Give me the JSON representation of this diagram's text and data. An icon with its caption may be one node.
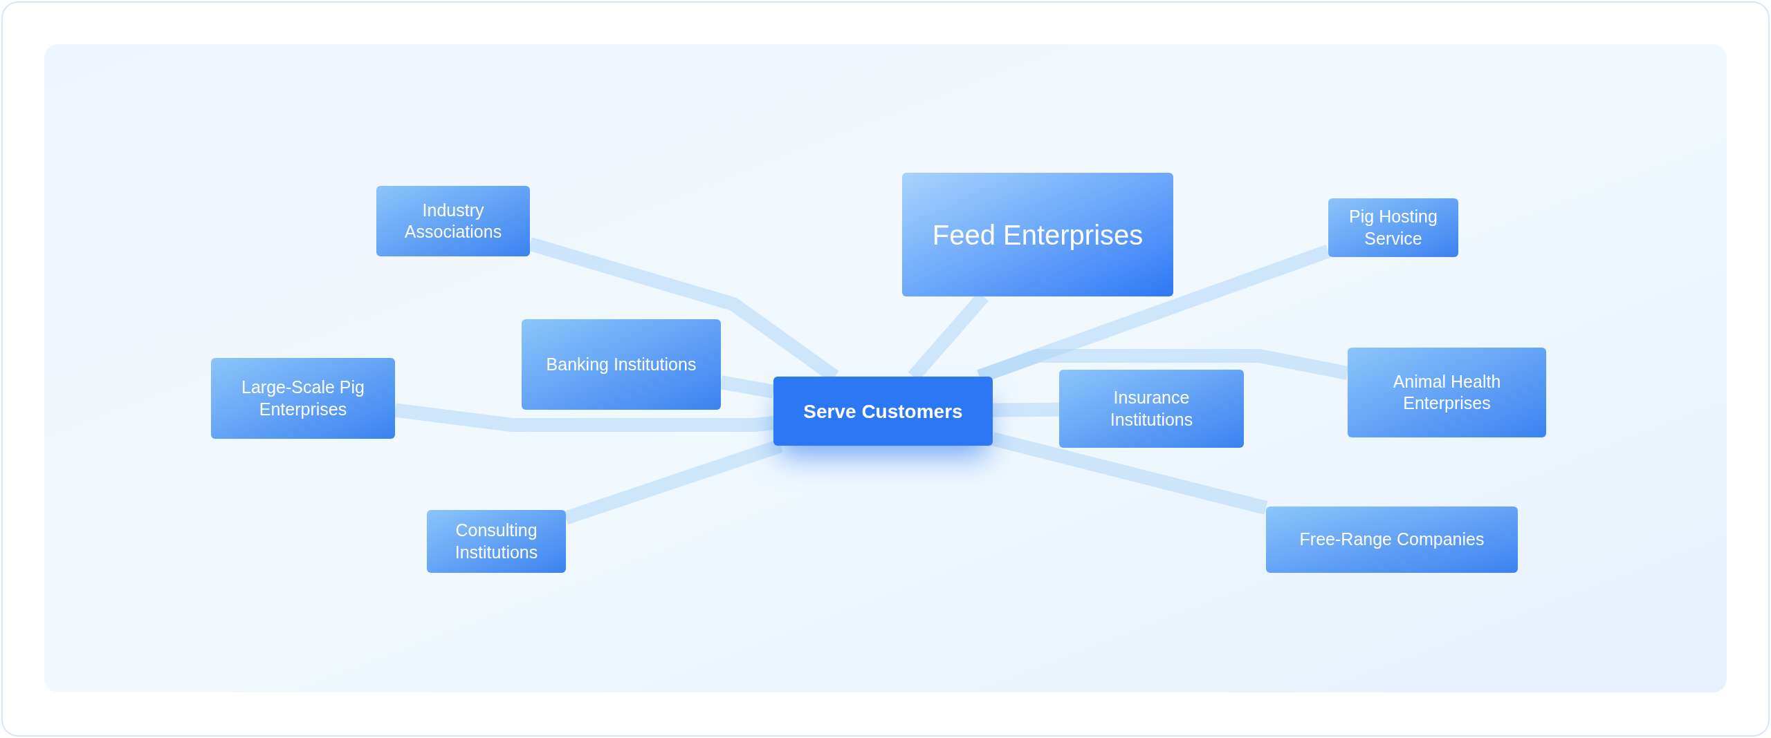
{
  "diagram": {
    "nodes": [
      {
        "text": [
          "Serve Customers"
        ]
      },
      {
        "text": [
          "Industry Associations"
        ]
      },
      {
        "text": [
          "Banking Institutions"
        ]
      },
      {
        "text": [
          "Large-Scale Pig Enterprises"
        ]
      },
      {
        "text": [
          "Consulting Institutions"
        ]
      },
      {
        "text": [
          "Feed Enterprises"
        ]
      },
      {
        "text": [
          "Pig Hosting Service"
        ]
      },
      {
        "text": [
          "Insurance Institutions"
        ]
      },
      {
        "text": [
          "Animal Health Enterprises"
        ]
      },
      {
        "text": [
          "Free-Range Companies"
        ]
      }
    ],
    "edges": [
      {
        "from": 0,
        "to": 1,
        "arrow": "none"
      },
      {
        "from": 0,
        "to": 2,
        "arrow": "none"
      },
      {
        "from": 0,
        "to": 3,
        "arrow": "none"
      },
      {
        "from": 0,
        "to": 4,
        "arrow": "none"
      },
      {
        "from": 0,
        "to": 5,
        "arrow": "none"
      },
      {
        "from": 0,
        "to": 6,
        "arrow": "none"
      },
      {
        "from": 0,
        "to": 7,
        "arrow": "none"
      },
      {
        "from": 0,
        "to": 8,
        "arrow": "none"
      },
      {
        "from": 0,
        "to": 9,
        "arrow": "none"
      }
    ]
  }
}
